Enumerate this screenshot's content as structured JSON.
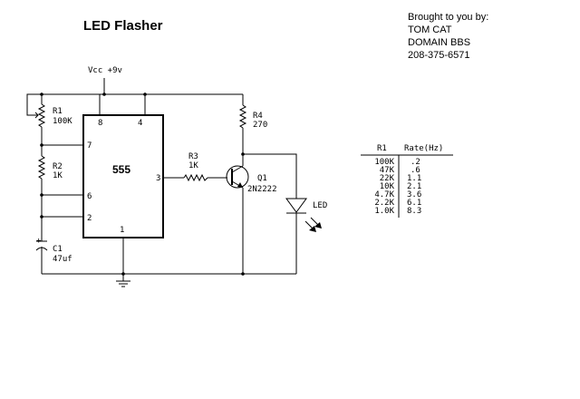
{
  "title": "LED Flasher",
  "credit": {
    "line1": "Brought to you by:",
    "line2": "TOM CAT",
    "line3": "DOMAIN BBS",
    "line4": "208-375-6571"
  },
  "supply": {
    "label": "Vcc +9v"
  },
  "ic": {
    "name": "555",
    "pin8": "8",
    "pin4": "4",
    "pin7": "7",
    "pin6": "6",
    "pin2": "2",
    "pin3": "3",
    "pin1": "1"
  },
  "r1": {
    "ref": "R1",
    "value": "100K"
  },
  "r2": {
    "ref": "R2",
    "value": "1K"
  },
  "r3": {
    "ref": "R3",
    "value": "1K"
  },
  "r4": {
    "ref": "R4",
    "value": "270"
  },
  "c1": {
    "ref": "C1",
    "value": "47uf",
    "polarity": "+"
  },
  "q1": {
    "ref": "Q1",
    "part": "2N2222"
  },
  "led": {
    "label": "LED"
  },
  "rate_table": {
    "headers": [
      "R1",
      "Rate(Hz)"
    ],
    "rows": [
      [
        "100K",
        ".2"
      ],
      [
        "47K",
        ".6"
      ],
      [
        "22K",
        "1.1"
      ],
      [
        "10K",
        "2.1"
      ],
      [
        "4.7K",
        "3.6"
      ],
      [
        "2.2K",
        "6.1"
      ],
      [
        "1.0K",
        "8.3"
      ]
    ]
  }
}
